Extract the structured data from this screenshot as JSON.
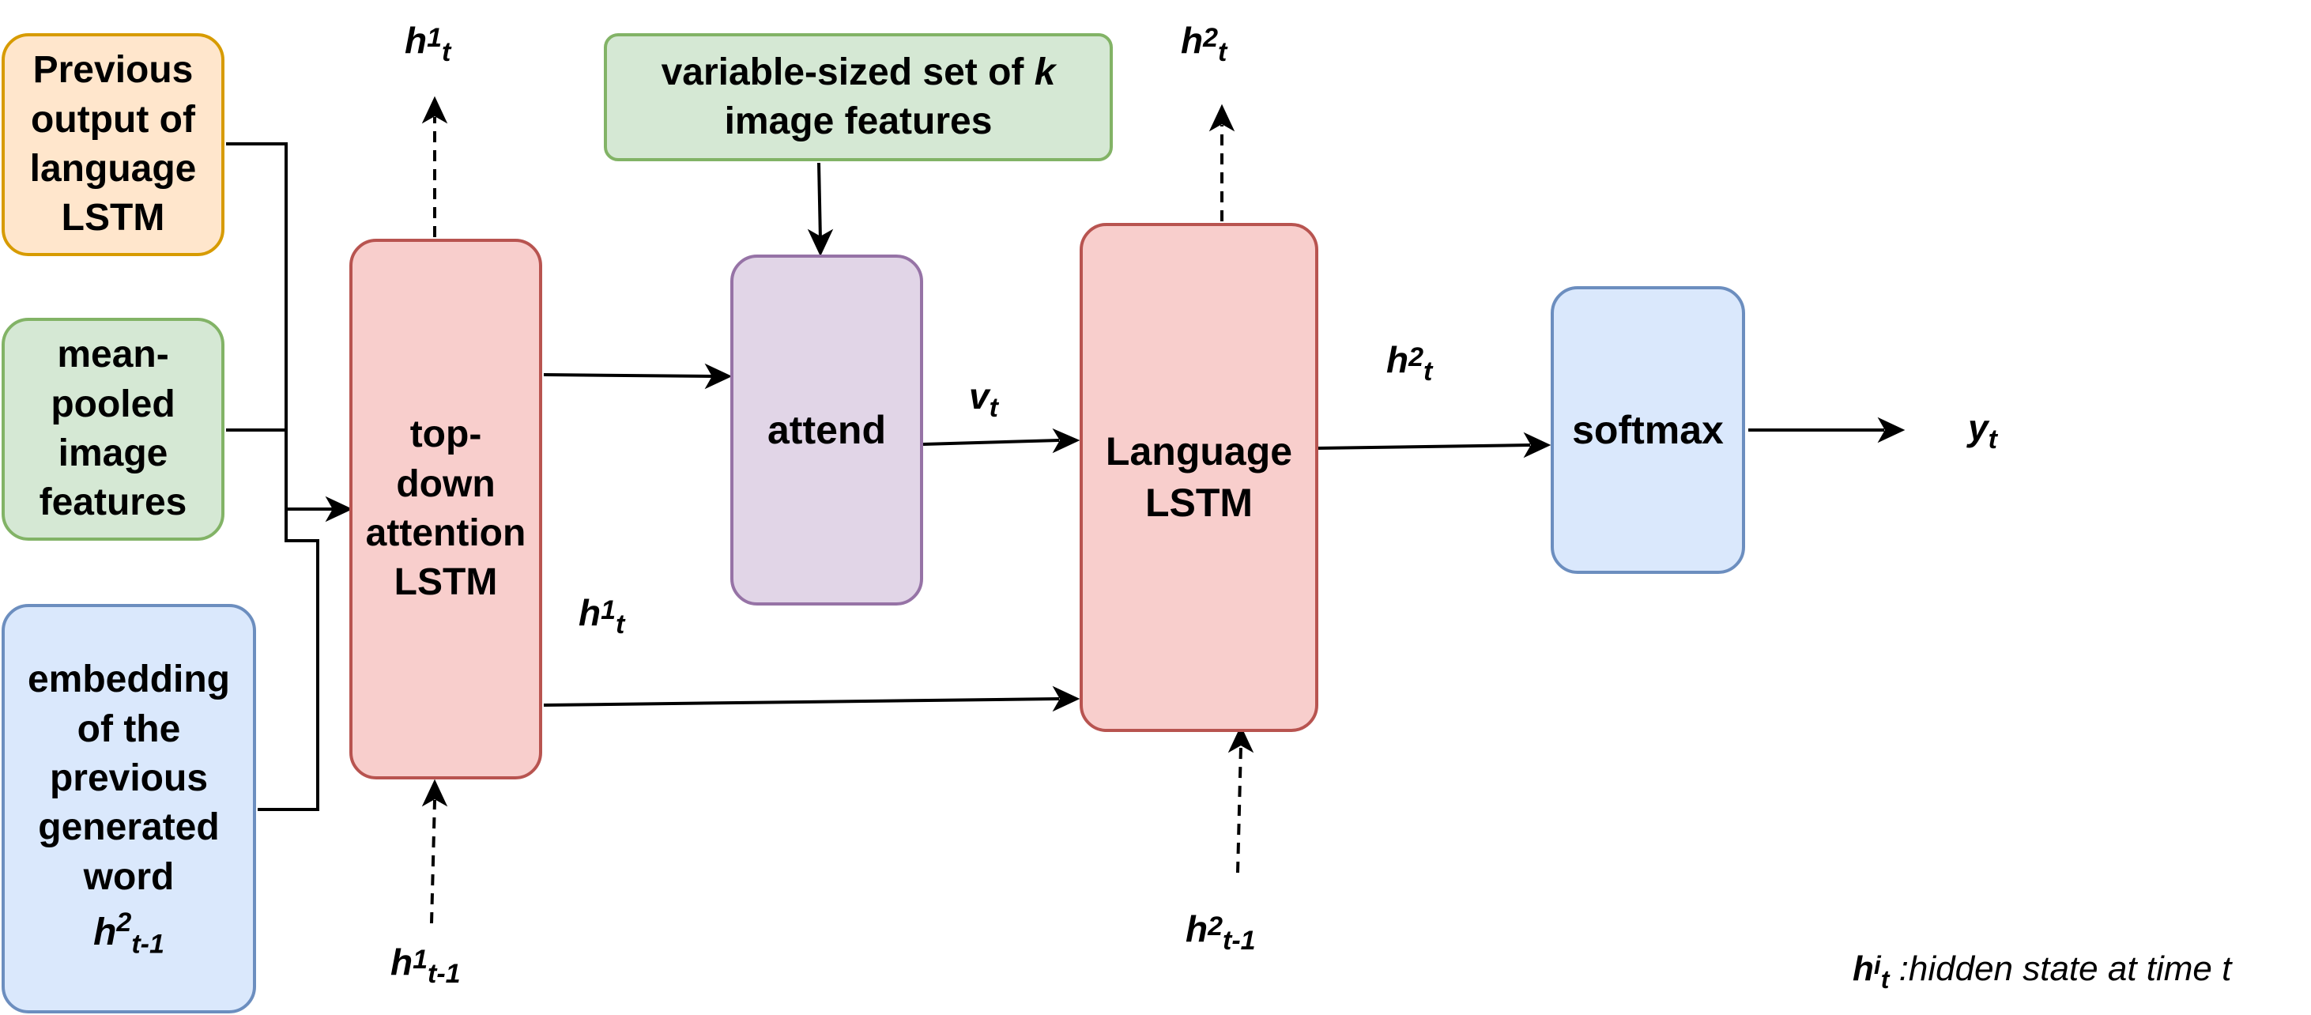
{
  "inputs": {
    "previous_output": [
      "Previous",
      "output of",
      "language",
      "LSTM"
    ],
    "mean_pooled": [
      "mean-",
      "pooled",
      "image",
      "features"
    ],
    "embedding": [
      "embedding",
      "of the",
      "previous",
      "generated",
      "word"
    ],
    "embedding_symbol": {
      "base": "h",
      "sup": "2",
      "sub": "t-1"
    }
  },
  "image_features_box": {
    "line1_pre": "variable-sized set of ",
    "line1_var": "k",
    "line2": "image features"
  },
  "attention_lstm": [
    "top-",
    "down",
    "attention",
    "LSTM"
  ],
  "attend_box": "attend",
  "language_lstm": [
    "Language",
    "LSTM"
  ],
  "softmax_box": "softmax",
  "labels": {
    "h1_t_top": {
      "base": "h",
      "sup": "1",
      "sub": "t"
    },
    "h2_t_top": {
      "base": "h",
      "sup": "2",
      "sub": "t"
    },
    "h1_t_mid": {
      "base": "h",
      "sup": "1",
      "sub": "t"
    },
    "h2_t_mid": {
      "base": "h",
      "sup": "2",
      "sub": "t"
    },
    "v_t": {
      "base": "v",
      "sub": "t"
    },
    "y_t": {
      "base": "y",
      "sub": "t"
    },
    "h1_t_minus_1": {
      "base": "h",
      "sup": "1",
      "sub": "t-1"
    },
    "h2_t_minus_1": {
      "base": "h",
      "sup": "2",
      "sub": "t-1"
    }
  },
  "legend": {
    "symbol": {
      "base": "h",
      "sup": "i",
      "sub": "t"
    },
    "description": " :hidden state at time t"
  }
}
